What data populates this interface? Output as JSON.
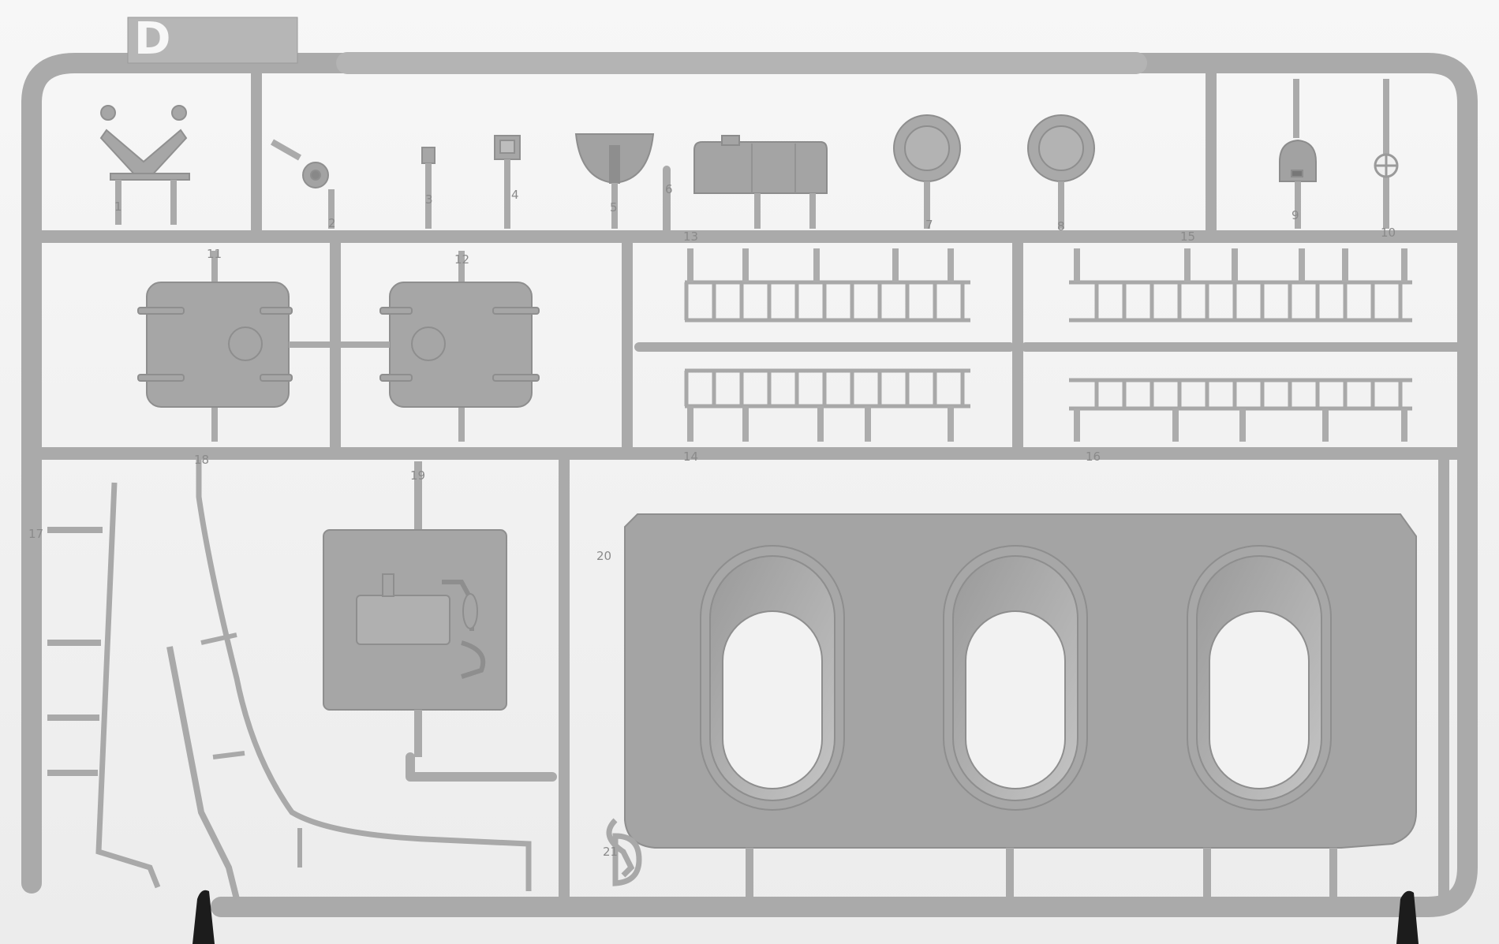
{
  "sprue": {
    "letter": "D",
    "part_numbers": [
      "1",
      "2",
      "3",
      "4",
      "5",
      "6",
      "7",
      "8",
      "9",
      "10",
      "11",
      "12",
      "13",
      "14",
      "15",
      "16",
      "17",
      "18",
      "19",
      "20",
      "21"
    ]
  },
  "colors": {
    "background": "#f4f4f4",
    "plastic": "#a9a9a9",
    "plastic_light": "#bdbdbd",
    "plastic_dark": "#8f8f8f",
    "stand": "#1c1c1c"
  }
}
